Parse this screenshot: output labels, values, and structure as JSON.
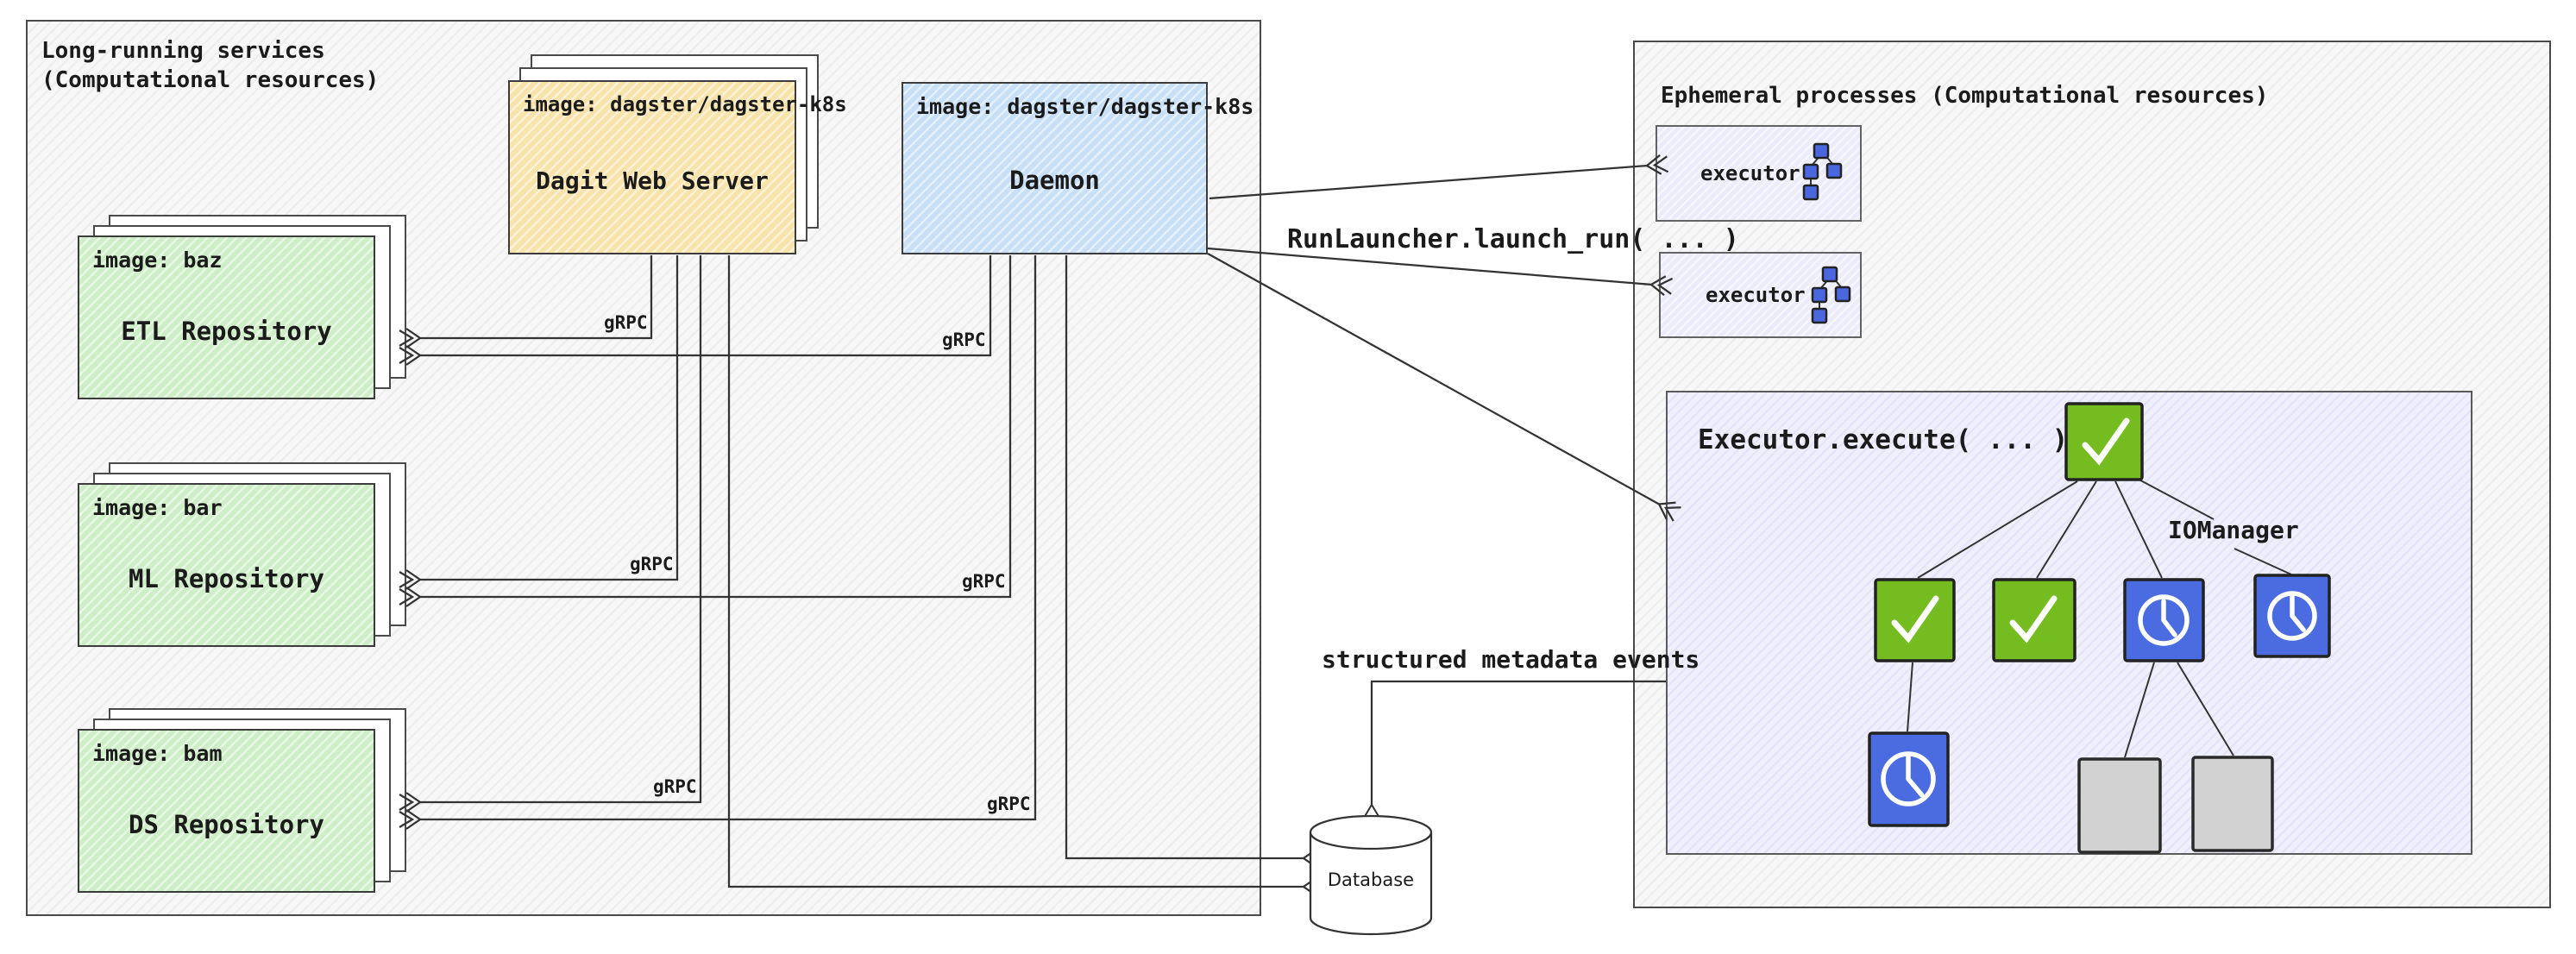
{
  "left_panel": {
    "title_line1": "Long-running services",
    "title_line2": "(Computational resources)"
  },
  "right_panel": {
    "title": "Ephemeral processes (Computational resources)"
  },
  "dagit": {
    "image_label": "image: dagster/dagster-k8s",
    "title": "Dagit Web Server"
  },
  "daemon": {
    "image_label": "image: dagster/dagster-k8s",
    "title": "Daemon"
  },
  "repos": [
    {
      "image_label": "image: baz",
      "title": "ETL Repository"
    },
    {
      "image_label": "image: bar",
      "title": "ML Repository"
    },
    {
      "image_label": "image: bam",
      "title": "DS Repository"
    }
  ],
  "executors": [
    {
      "label": "executor"
    },
    {
      "label": "executor"
    }
  ],
  "exec_box": {
    "title": "Executor.execute( ... )",
    "iomanager_label": "IOManager"
  },
  "labels": {
    "grpc": "gRPC",
    "run_launcher": "RunLauncher.launch_run( ... )",
    "metadata_events": "structured metadata events",
    "database": "Database"
  },
  "icons": {
    "executor_icon": "mini-dag-icon",
    "success_node": "check-icon",
    "pending_node": "clock-icon",
    "skipped_node": "blank-square-icon",
    "database": "database-cylinder-icon"
  },
  "colors": {
    "node_green": "#75bc20",
    "node_blue": "#4b6be0",
    "node_gray": "#d2d2d2",
    "icon_blue": "#4a67e0",
    "dagit_fill": "#f8e3aa",
    "daemon_fill": "#c7dff7",
    "repo_fill": "#cdeec6",
    "executor_fill": "#ececfb",
    "exec_box_fill": "#efeefb",
    "line": "#333333"
  }
}
